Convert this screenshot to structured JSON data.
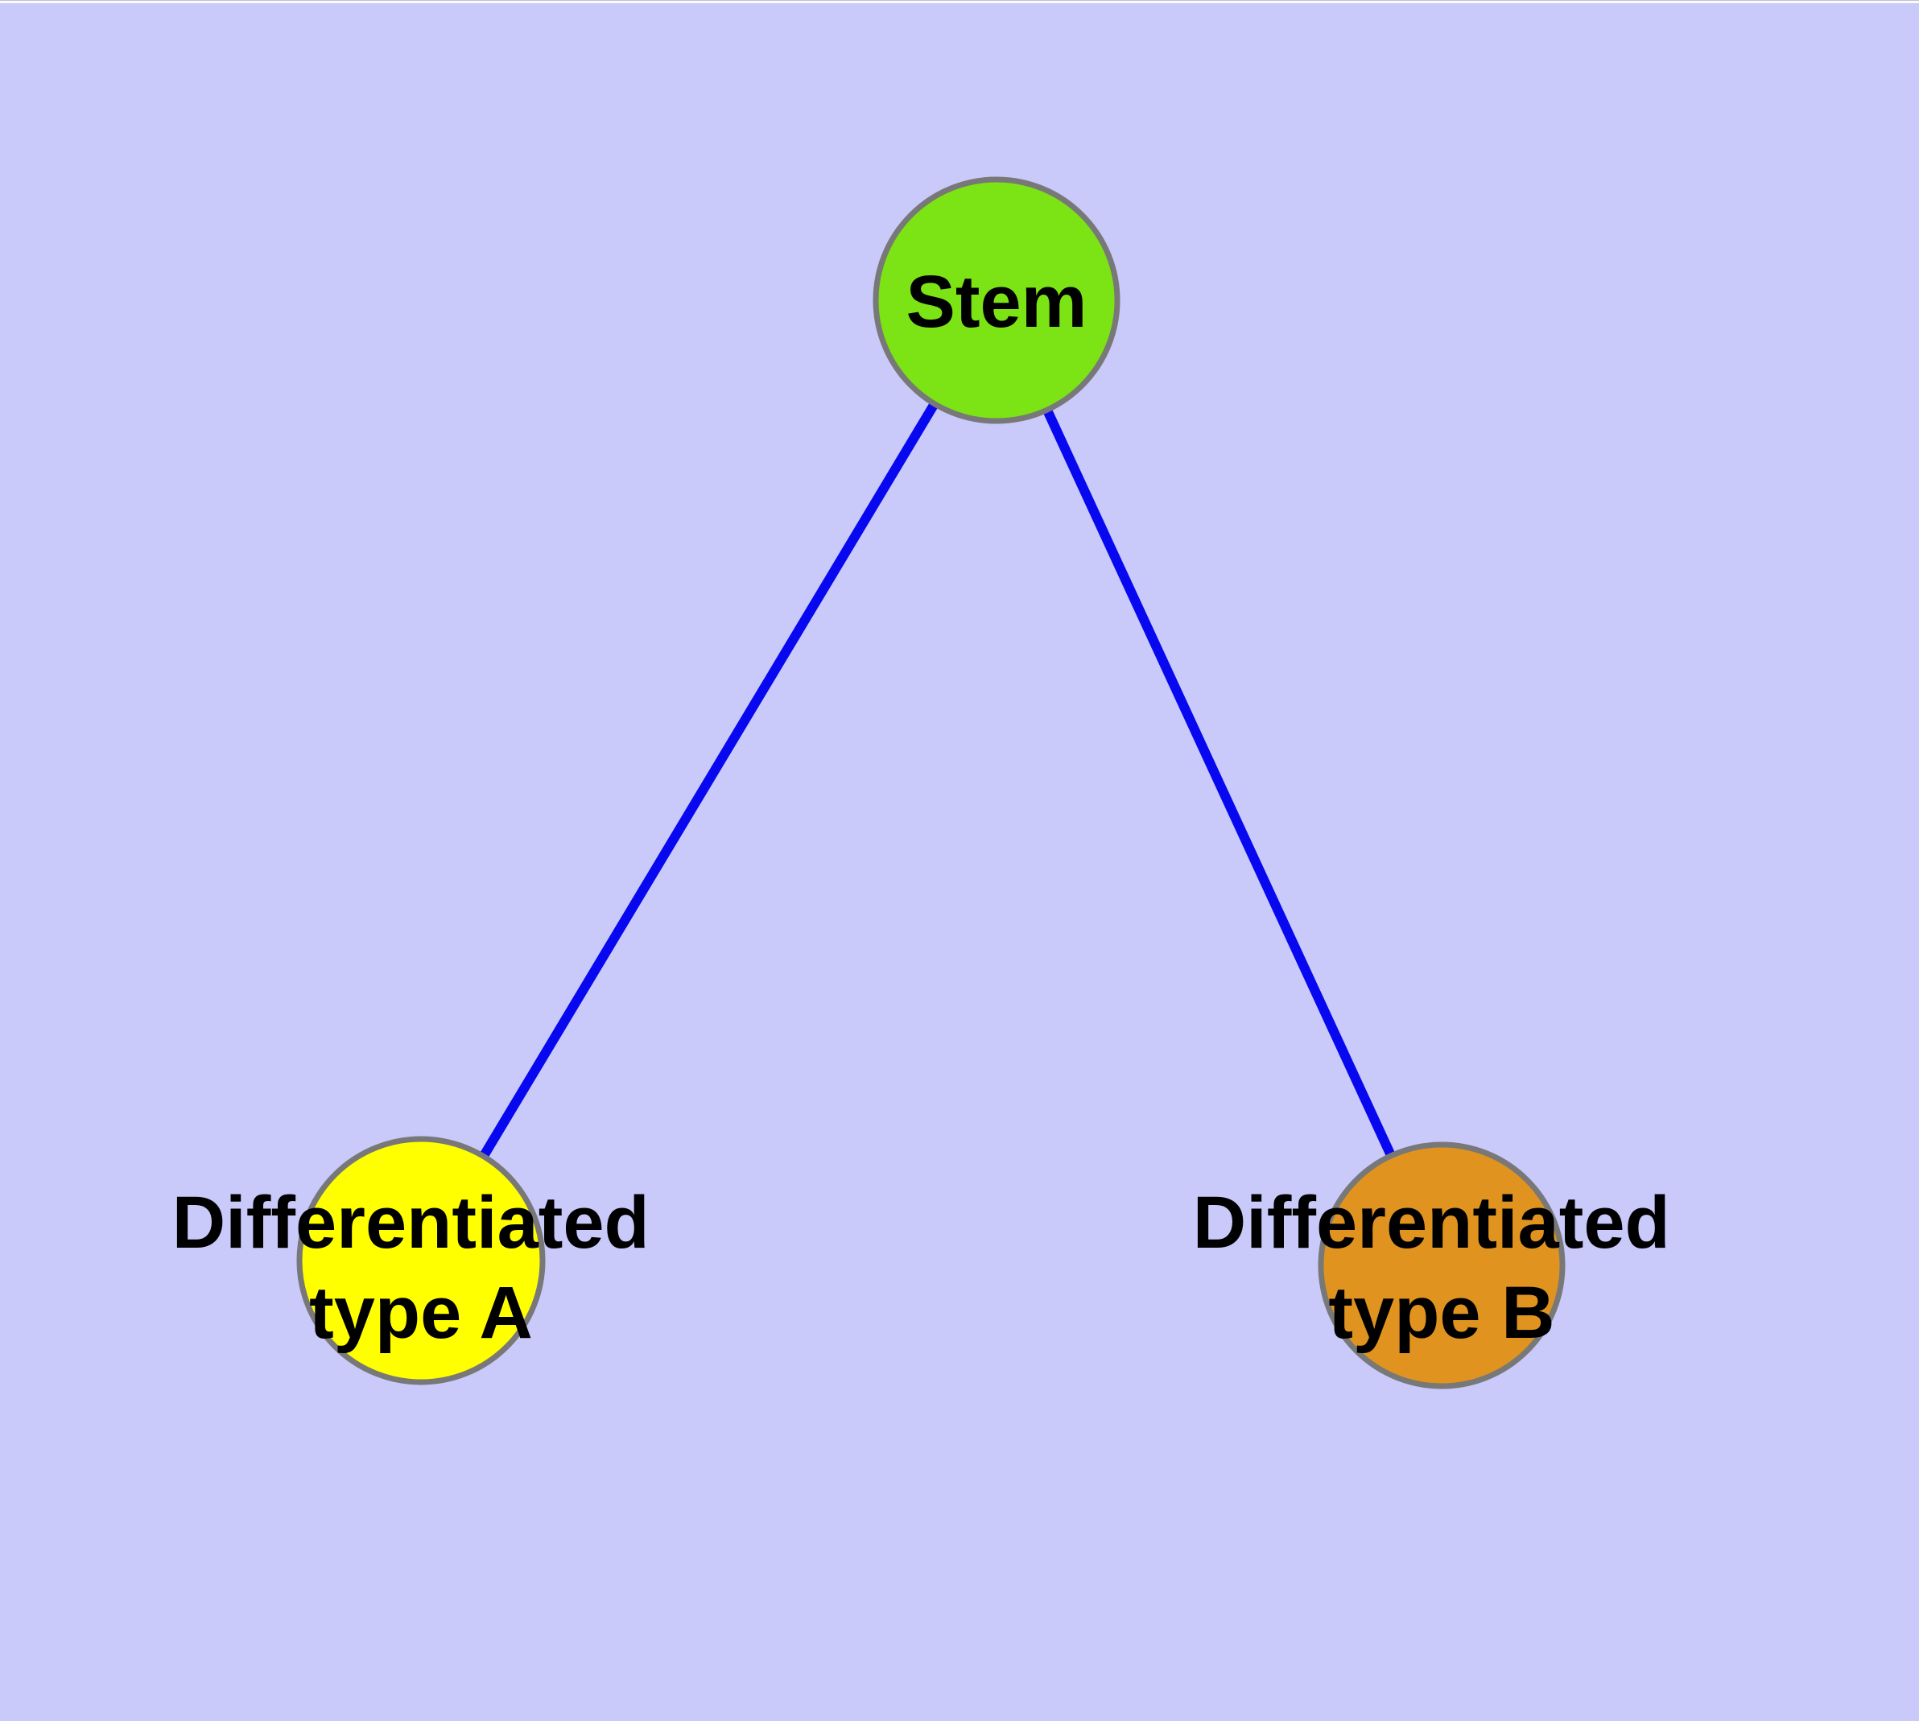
{
  "diagram": {
    "title": "",
    "type": "node-link graph",
    "colors": {
      "background": "#c9c9fa",
      "edge": "#0808f0",
      "node_stroke": "#787878",
      "label_text": "#000000",
      "top_edge_artifact": "#fafafa",
      "top_edge_hairline": "#c0c0d0"
    },
    "nodes": {
      "stem": {
        "label": "Stem",
        "color": "#7ce314"
      },
      "type_a": {
        "label_line1": "Differentiated",
        "label_line2": "type A",
        "color": "#ffff00"
      },
      "type_b": {
        "label_line1": "Differentiated",
        "label_line2": "type B",
        "color": "#e0941f"
      }
    },
    "edges": [
      {
        "from": "Stem",
        "to": "Differentiated type A"
      },
      {
        "from": "Stem",
        "to": "Differentiated type B"
      }
    ]
  }
}
